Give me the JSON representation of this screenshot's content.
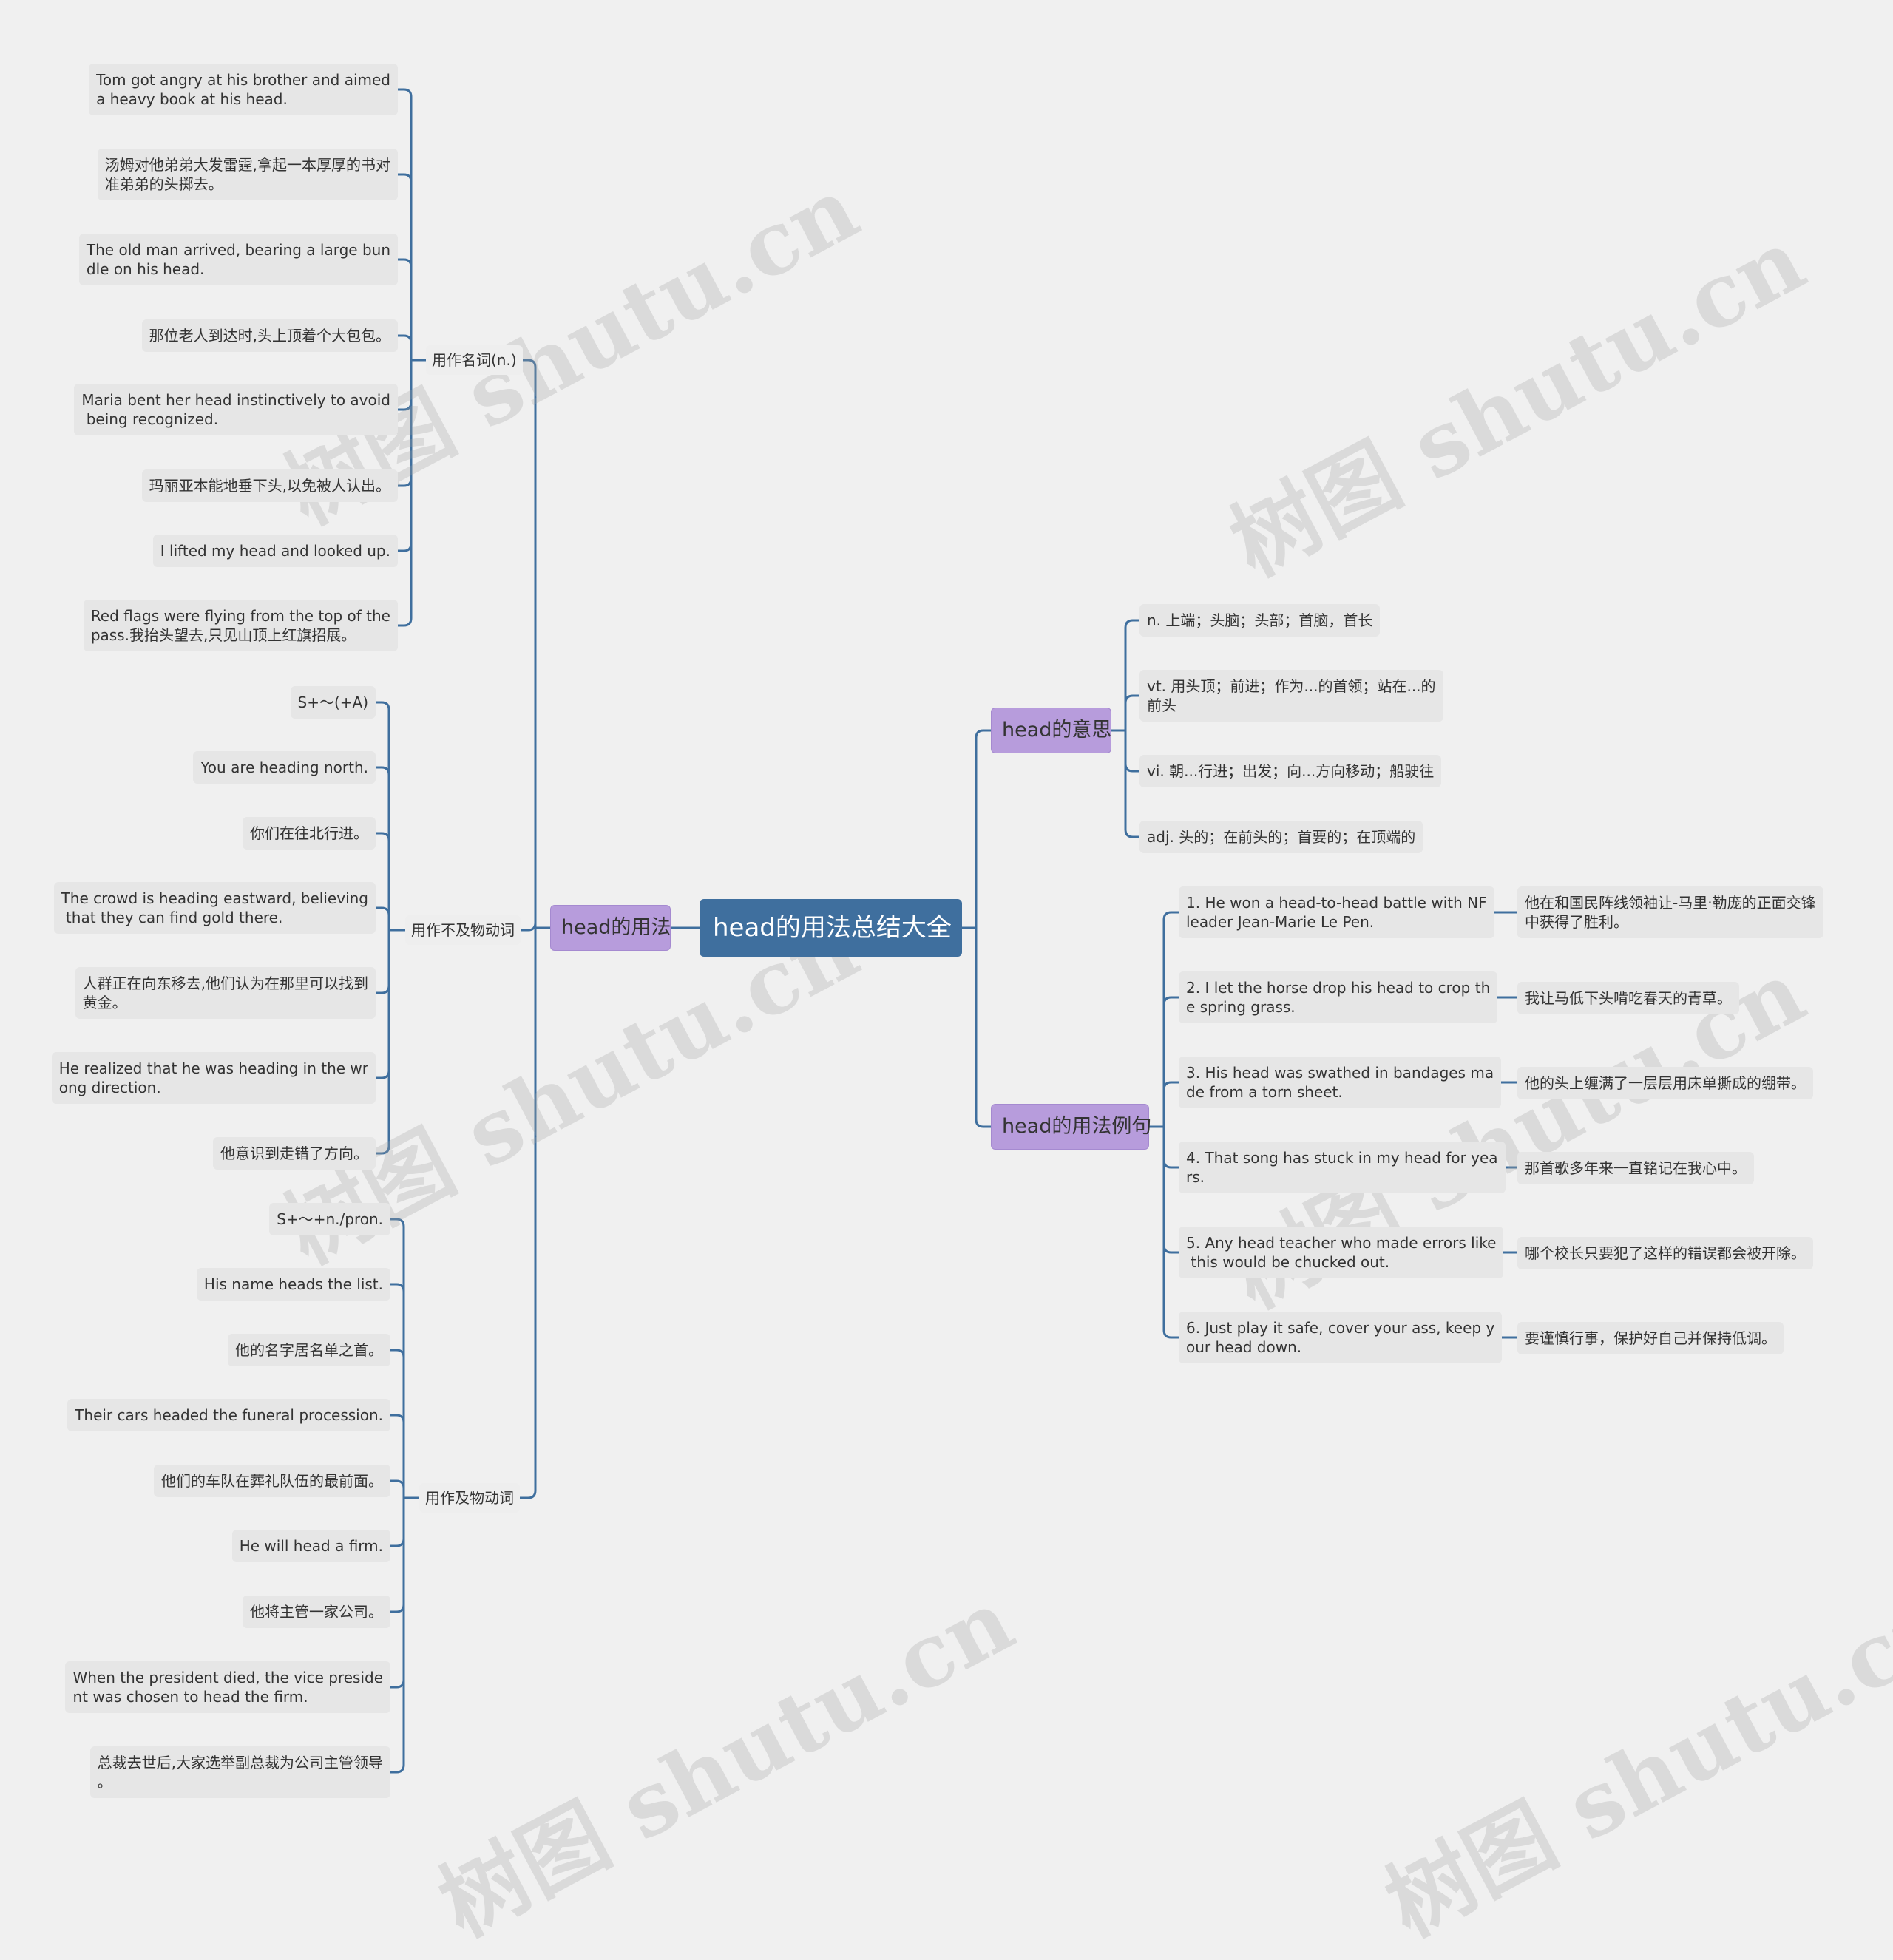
{
  "root": "head的用法总结大全",
  "left": {
    "title": "head的用法",
    "noun": {
      "label": "用作名词(n.)",
      "items": [
        "Tom got angry at his brother and aimed\na heavy book at his head.",
        "汤姆对他弟弟大发雷霆,拿起一本厚厚的书对\n准弟弟的头掷去。",
        "The old man arrived, bearing a large bun\ndle on his head.",
        "那位老人到达时,头上顶着个大包包。",
        "Maria bent her head instinctively to avoid\n being recognized.",
        "玛丽亚本能地垂下头,以免被人认出。",
        "I lifted my head and looked up.",
        "Red flags were flying from the top of the\npass.我抬头望去,只见山顶上红旗招展。"
      ]
    },
    "vi": {
      "label": "用作不及物动词",
      "items": [
        "S+～(+A)",
        "You are heading north.",
        "你们在往北行进。",
        "The crowd is heading eastward, believing\n that they can find gold there.",
        "人群正在向东移去,他们认为在那里可以找到\n黄金。",
        "He realized that he was heading in the wr\nong direction.",
        "他意识到走错了方向。"
      ]
    },
    "vt": {
      "label": "用作及物动词",
      "items": [
        "S+～+n./pron.",
        "His name heads the list.",
        "他的名字居名单之首。",
        "Their cars headed the funeral procession.",
        "他们的车队在葬礼队伍的最前面。",
        "He will head a firm.",
        "他将主管一家公司。",
        "When the president died, the vice preside\nnt was chosen to head the firm.",
        "总裁去世后,大家选举副总裁为公司主管领导\n。"
      ]
    }
  },
  "right": {
    "meaning": {
      "title": "head的意思",
      "items": [
        "n. 上端；头脑；头部；首脑，首长",
        "vt. 用头顶；前进；作为...的首领；站在...的\n前头",
        "vi. 朝...行进；出发；向...方向移动；船驶往",
        "adj. 头的；在前头的；首要的；在顶端的"
      ]
    },
    "examples": {
      "title": "head的用法例句",
      "items": [
        {
          "en": "1. He won a head-to-head battle with NF\nleader Jean-Marie Le Pen.",
          "zh": "他在和国民阵线领袖让-马里·勒庞的正面交锋\n中获得了胜利。"
        },
        {
          "en": "2. I let the horse drop his head to crop th\ne spring grass.",
          "zh": "我让马低下头啃吃春天的青草。"
        },
        {
          "en": "3. His head was swathed in bandages ma\nde from a torn sheet.",
          "zh": "他的头上缠满了一层层用床单撕成的绷带。"
        },
        {
          "en": "4. That song has stuck in my head for yea\nrs.",
          "zh": "那首歌多年来一直铭记在我心中。"
        },
        {
          "en": "5. Any head teacher who made errors like\n this would be chucked out.",
          "zh": "哪个校长只要犯了这样的错误都会被开除。"
        },
        {
          "en": "6. Just play it safe, cover your ass, keep y\nour head down.",
          "zh": "要谨慎行事，保护好自己并保持低调。"
        }
      ]
    }
  },
  "watermark": "树图 shutu.cn",
  "colors": {
    "line": "#3f6f9e",
    "root": "#3f6f9e",
    "main": "#b79cdc",
    "leaf": "#e6e6e6",
    "background": "#f0f0f0"
  }
}
